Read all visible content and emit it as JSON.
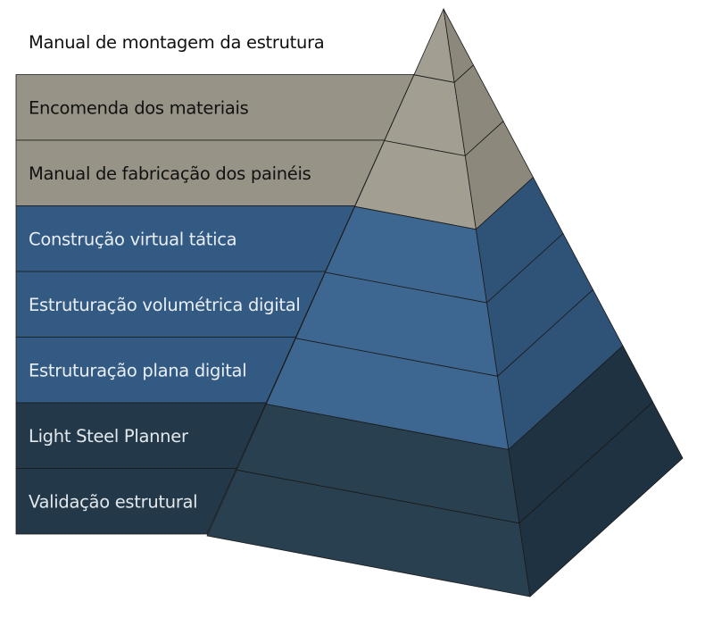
{
  "layers": [
    {
      "label": "Manual de montagem da estrutura",
      "group": "top"
    },
    {
      "label": "Encomenda dos materiais",
      "group": "top"
    },
    {
      "label": "Manual de fabricação dos painéis",
      "group": "top"
    },
    {
      "label": "Construção virtual tática",
      "group": "middle"
    },
    {
      "label": "Estruturação volumétrica digital",
      "group": "middle"
    },
    {
      "label": "Estruturação plana digital",
      "group": "middle"
    },
    {
      "label": "Light Steel Planner",
      "group": "bottom"
    },
    {
      "label": "Validação estrutural",
      "group": "bottom"
    }
  ],
  "colors": {
    "top": {
      "band": "#979386",
      "front": "#a29e92",
      "side": "#8c887c",
      "text": "#111111"
    },
    "middle": {
      "band": "#335a82",
      "front": "#3d6690",
      "side": "#2f5277",
      "text": "#e9eef4"
    },
    "bottom": {
      "band": "#233848",
      "front": "#28404f",
      "side": "#1f3241",
      "text": "#e3e8ec"
    },
    "line": "#1a1a1a"
  }
}
